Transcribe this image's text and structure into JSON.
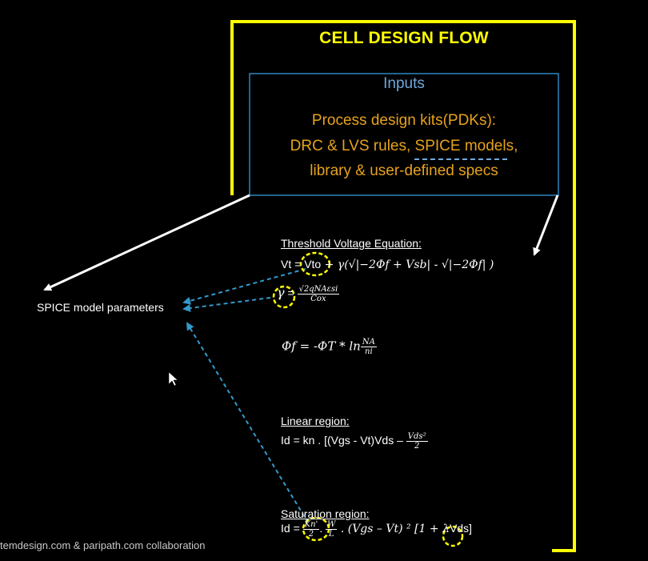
{
  "diagram": {
    "title": "CELL DESIGN FLOW",
    "inputs": {
      "label": "Inputs",
      "lines": [
        "Process design kits(PDKs):",
        "DRC & LVS rules, SPICE models,",
        "library & user-defined specs"
      ]
    },
    "spice_label": "SPICE model parameters",
    "threshold": {
      "heading": "Threshold Voltage Equation:",
      "vt_lhs": "Vt = ",
      "vt_term": "Vto",
      "vt_rest": " + γ(√|−2Φf + Vsb| - √|−2Φf| )",
      "gamma_symbol": "γ",
      "gamma_eq": " = ",
      "gamma_num": "√2qNAεsi",
      "gamma_den": "Cox",
      "phi_lhs": "Φf = -ΦT * ln",
      "phi_num": "NA",
      "phi_den": "ni"
    },
    "linear": {
      "heading": "Linear region:",
      "eq_start": "Id = kn . [(Vgs - Vt)Vds – ",
      "eq_num": "Vds²",
      "eq_den": "2"
    },
    "saturation": {
      "heading": "Saturation region:",
      "eq_start": "Id = ",
      "kn_num": "Kn'",
      "kn_den": "2",
      "eq_dot": ". ",
      "w_num": "W",
      "w_den": "L",
      "eq_mid": " . (Vgs – Vt) ² [1 + ",
      "lambda": "λ",
      "eq_end": "Vds]"
    },
    "footer": "temdesign.com & paripath.com collaboration",
    "colors": {
      "frame": "#ffff00",
      "inputs_box": "#2e86c1",
      "inputs_label": "#6fa8dc",
      "inputs_text": "#e6a21c",
      "arrow_white": "#ffffff",
      "arrow_blue": "#3399cc",
      "highlight": "#ffff00"
    }
  }
}
